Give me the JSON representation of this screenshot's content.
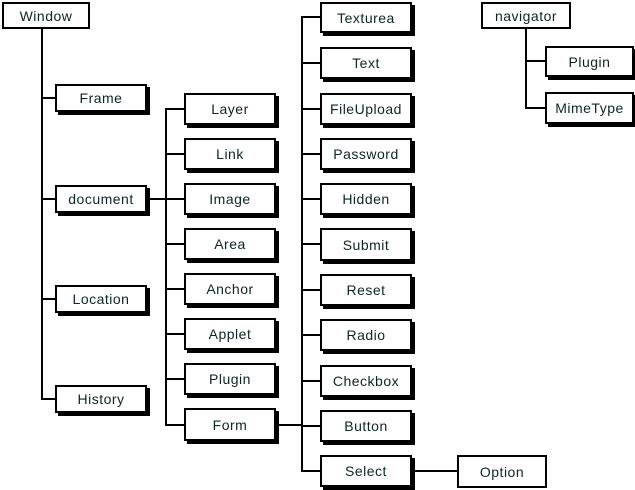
{
  "diagram": {
    "kind": "object-hierarchy-tree",
    "colors": {
      "background": "#ffffff",
      "box_fill": "#ffffff",
      "box_border": "#000000",
      "connector": "#000000",
      "text": "#0e2424"
    },
    "nodes": {
      "window": "Window",
      "frame": "Frame",
      "document": "document",
      "location": "Location",
      "history": "History",
      "layer": "Layer",
      "link": "Link",
      "image": "Image",
      "area": "Area",
      "anchor": "Anchor",
      "applet": "Applet",
      "plugin_document": "Plugin",
      "form": "Form",
      "texturea": "Texturea",
      "text": "Text",
      "fileupload": "FileUpload",
      "password": "Password",
      "hidden": "Hidden",
      "submit": "Submit",
      "reset": "Reset",
      "radio": "Radio",
      "checkbox": "Checkbox",
      "button": "Button",
      "select": "Select",
      "option": "Option",
      "navigator": "navigator",
      "plugin_navigator": "Plugin",
      "mimetype": "MimeType"
    },
    "hierarchy": {
      "Window": [
        "Frame",
        "document",
        "Location",
        "History"
      ],
      "document": [
        "Layer",
        "Link",
        "Image",
        "Area",
        "Anchor",
        "Applet",
        "Plugin",
        "Form"
      ],
      "Form": [
        "Texturea",
        "Text",
        "FileUpload",
        "Password",
        "Hidden",
        "Submit",
        "Reset",
        "Radio",
        "Checkbox",
        "Button",
        "Select"
      ],
      "Select": [
        "Option"
      ],
      "navigator": [
        "Plugin",
        "MimeType"
      ]
    }
  }
}
